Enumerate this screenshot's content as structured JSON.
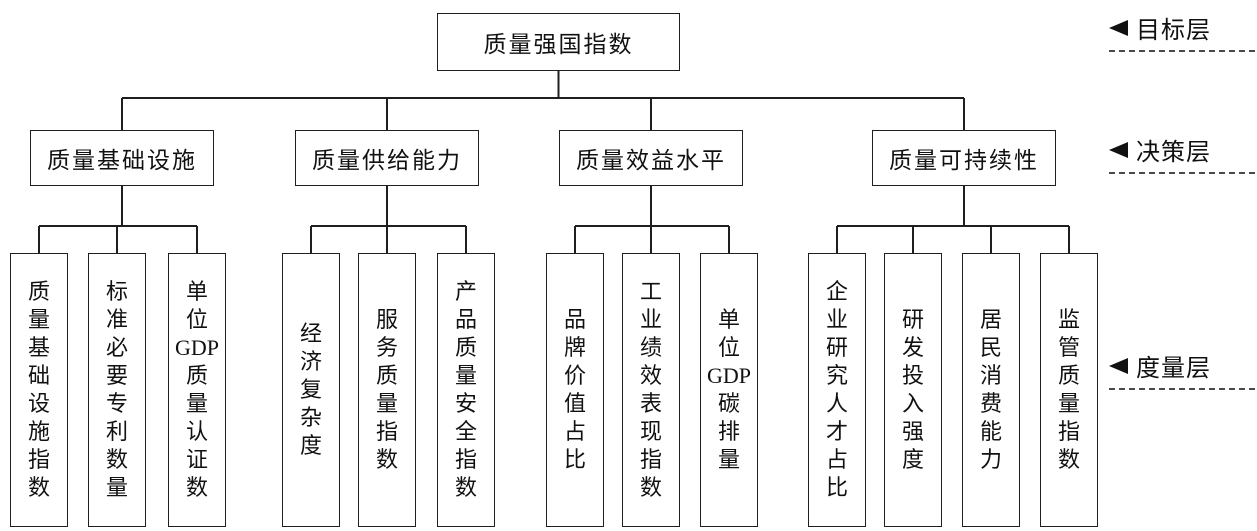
{
  "diagram": {
    "root": {
      "label": "质量强国指数"
    },
    "branches": [
      {
        "label": "质量基础设施",
        "children": [
          "质量基础设施指数",
          "标准必要专利数量",
          "单位GDP质量认证数"
        ]
      },
      {
        "label": "质量供给能力",
        "children": [
          "经济复杂度",
          "服务质量指数",
          "产品质量安全指数"
        ]
      },
      {
        "label": "质量效益水平",
        "children": [
          "品牌价值占比",
          "工业绩效表现指数",
          "单位GDP碳排量"
        ]
      },
      {
        "label": "质量可持续性",
        "children": [
          "企业研究人才占比",
          "研发投入强度",
          "居民消费能力",
          "监管质量指数"
        ]
      }
    ],
    "layers": [
      {
        "label": "目标层"
      },
      {
        "label": "决策层"
      },
      {
        "label": "度量层"
      }
    ],
    "colors": {
      "line": "#1f1f1f",
      "box_border": "#1f1f1f",
      "text": "#111111",
      "background": "#ffffff"
    }
  }
}
